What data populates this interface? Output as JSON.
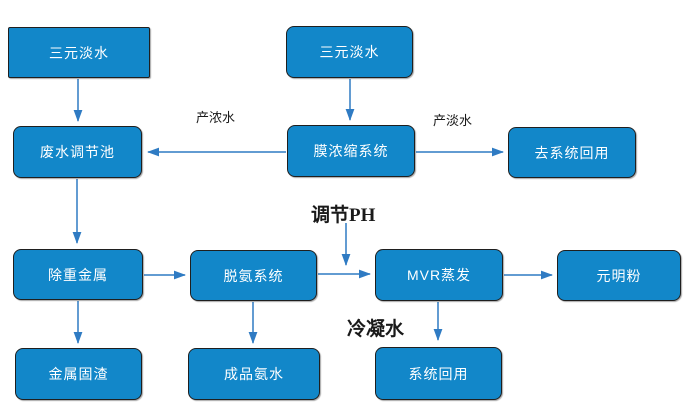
{
  "diagram": {
    "nodes": {
      "sanyuan1": "三元淡水",
      "sanyuan2": "三元淡水",
      "feishui": "废水调节池",
      "monongsuo": "膜浓缩系统",
      "quxitong": "去系统回用",
      "chuzhongjinshu": "除重金属",
      "tuoan": "脱氨系统",
      "mvr": "MVR蒸发",
      "yuanmingfen": "元明粉",
      "jinshuguzha": "金属固渣",
      "chengpinanshui": "成品氨水",
      "xitonghuiyong": "系统回用"
    },
    "edge_labels": {
      "channongshui": "产浓水",
      "chandanshui": "产淡水",
      "tiaojieph": "调节PH",
      "lengningshui": "冷凝水"
    },
    "colors": {
      "box_fill": "#1287c9",
      "box_border": "#1f1f1f",
      "box_text": "#ffffff",
      "arrow": "#2f7bc3",
      "label_text": "#1a1a1a",
      "background": "#ffffff"
    }
  }
}
